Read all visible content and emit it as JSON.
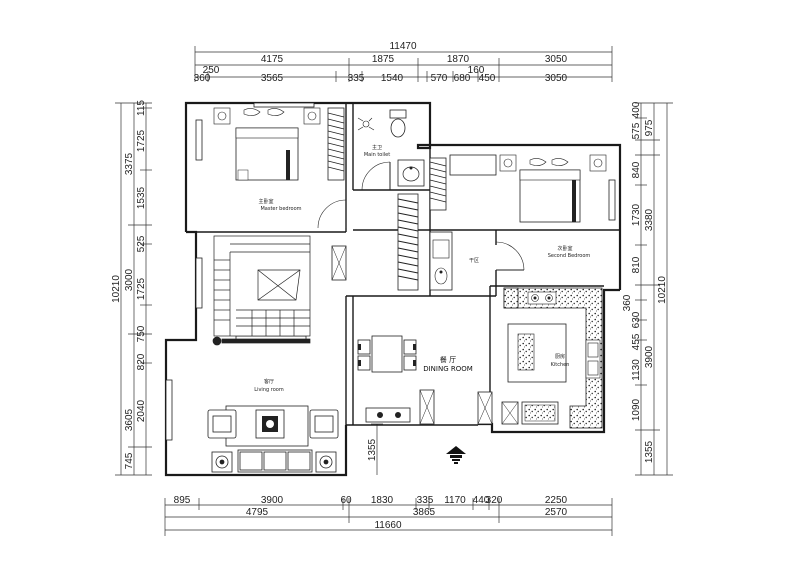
{
  "dims_top": {
    "row1": [
      "11470"
    ],
    "row2": [
      "4175",
      "1875",
      "1870",
      "3050"
    ],
    "row3a": [
      "250",
      "160"
    ],
    "row3": [
      "360",
      "3565",
      "335",
      "1540",
      "570",
      "680",
      "450",
      "3050"
    ]
  },
  "dims_bottom": {
    "row1": [
      "895",
      "3900",
      "60",
      "1830",
      "335",
      "1170",
      "440",
      "320",
      "2250"
    ],
    "row2": [
      "4795",
      "3865",
      "2570"
    ],
    "row3": [
      "11660"
    ]
  },
  "dims_left": {
    "outer": [
      "10210"
    ],
    "mid": [
      "3375",
      "3000",
      "3605",
      "745"
    ],
    "inner": [
      "115",
      "1725",
      "1535",
      "525",
      "1725",
      "750",
      "820",
      "2040"
    ]
  },
  "dims_right": {
    "inner": [
      "400",
      "575",
      "840",
      "1730",
      "810",
      "360",
      "630",
      "455",
      "1130",
      "1090"
    ],
    "mid": [
      "975",
      "3380",
      "3900",
      "1355"
    ],
    "outer": [
      "10210"
    ]
  },
  "dim_internal": "1355",
  "rooms": {
    "master_cn": "主卧室",
    "master_en": "Master bedroom",
    "toilet_cn": "主卫",
    "toilet_en": "Main toilet",
    "second_cn": "次卧室",
    "second_en": "Second Bedroom",
    "dry_cn": "干区",
    "dining_cn": "餐 厅",
    "dining_en": "DINING ROOM",
    "kitchen_cn": "厨房",
    "kitchen_en": "Kitchen",
    "living_cn": "客厅",
    "living_en": "Living room"
  },
  "colors": {
    "wall": "#1a1a1a",
    "line": "#333333",
    "counter_pattern": "#555555"
  }
}
